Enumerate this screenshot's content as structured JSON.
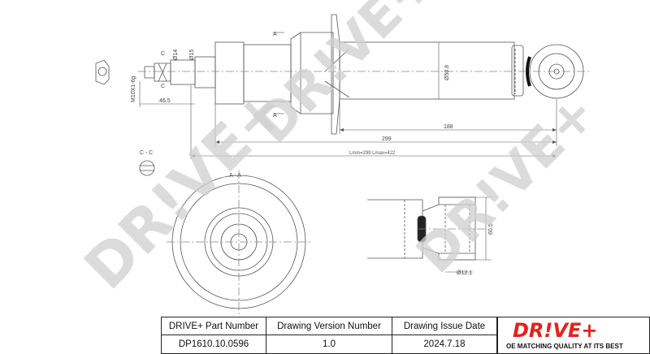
{
  "drawing": {
    "dimensions": {
      "d_188": "188",
      "d_299": "299",
      "lmin_lmax": "Lmin=299   Lmax=422",
      "d_46_5": "46.5",
      "d_50_8": "Ø50.8",
      "d_14": "Ø14",
      "d_15": "Ø15",
      "thread": "M10X1-6g",
      "d_60_5": "60.5",
      "d_12_1": "Ø12.1"
    },
    "section_labels": {
      "a_top": "A",
      "a_bottom": "A",
      "aa": "A - A",
      "cc": "C - C",
      "c1": "C",
      "c2": "C"
    }
  },
  "watermark": {
    "text": "DR!VE+"
  },
  "title_block": {
    "part_number_label": "DRIVE+ Part Number",
    "part_number_value": "DP1610.10.0596",
    "version_label": "Drawing Version Number",
    "version_value": "1.0",
    "issue_date_label": "Drawing Issue Date",
    "issue_date_value": "2024.7.18",
    "logo_text": "DR!VE+",
    "logo_tagline": "OE MATCHING QUALITY AT ITS BEST",
    "logo_color": "#e2231a"
  }
}
